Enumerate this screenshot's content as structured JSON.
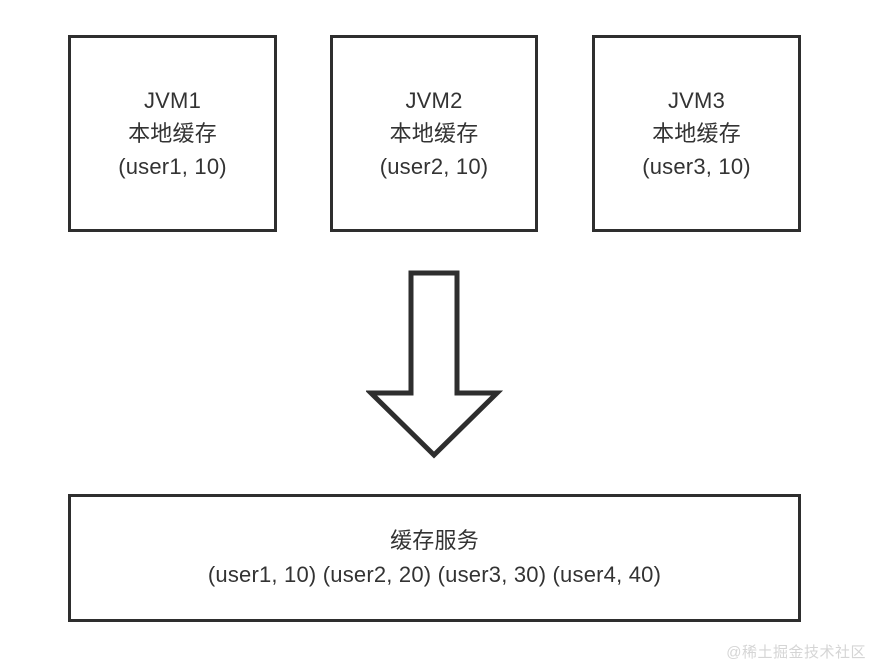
{
  "diagram": {
    "background_color": "#ffffff",
    "stroke_color": "#2e2e2e",
    "text_color": "#333333",
    "nodes": [
      {
        "id": "jvm1",
        "lines": [
          "JVM1",
          "本地缓存",
          "(user1, 10)"
        ]
      },
      {
        "id": "jvm2",
        "lines": [
          "JVM2",
          "本地缓存",
          "(user2, 10)"
        ]
      },
      {
        "id": "jvm3",
        "lines": [
          "JVM3",
          "本地缓存",
          "(user3, 10)"
        ]
      }
    ],
    "cache_service": {
      "id": "cache-service",
      "lines": [
        "缓存服务",
        "(user1, 10) (user2, 20) (user3, 30) (user4, 40)"
      ]
    },
    "arrow": {
      "name": "down-arrow-icon",
      "direction": "down",
      "style": "hollow-outline"
    }
  },
  "watermark": {
    "text": "@稀土掘金技术社区",
    "color": "#d5d5d5"
  }
}
